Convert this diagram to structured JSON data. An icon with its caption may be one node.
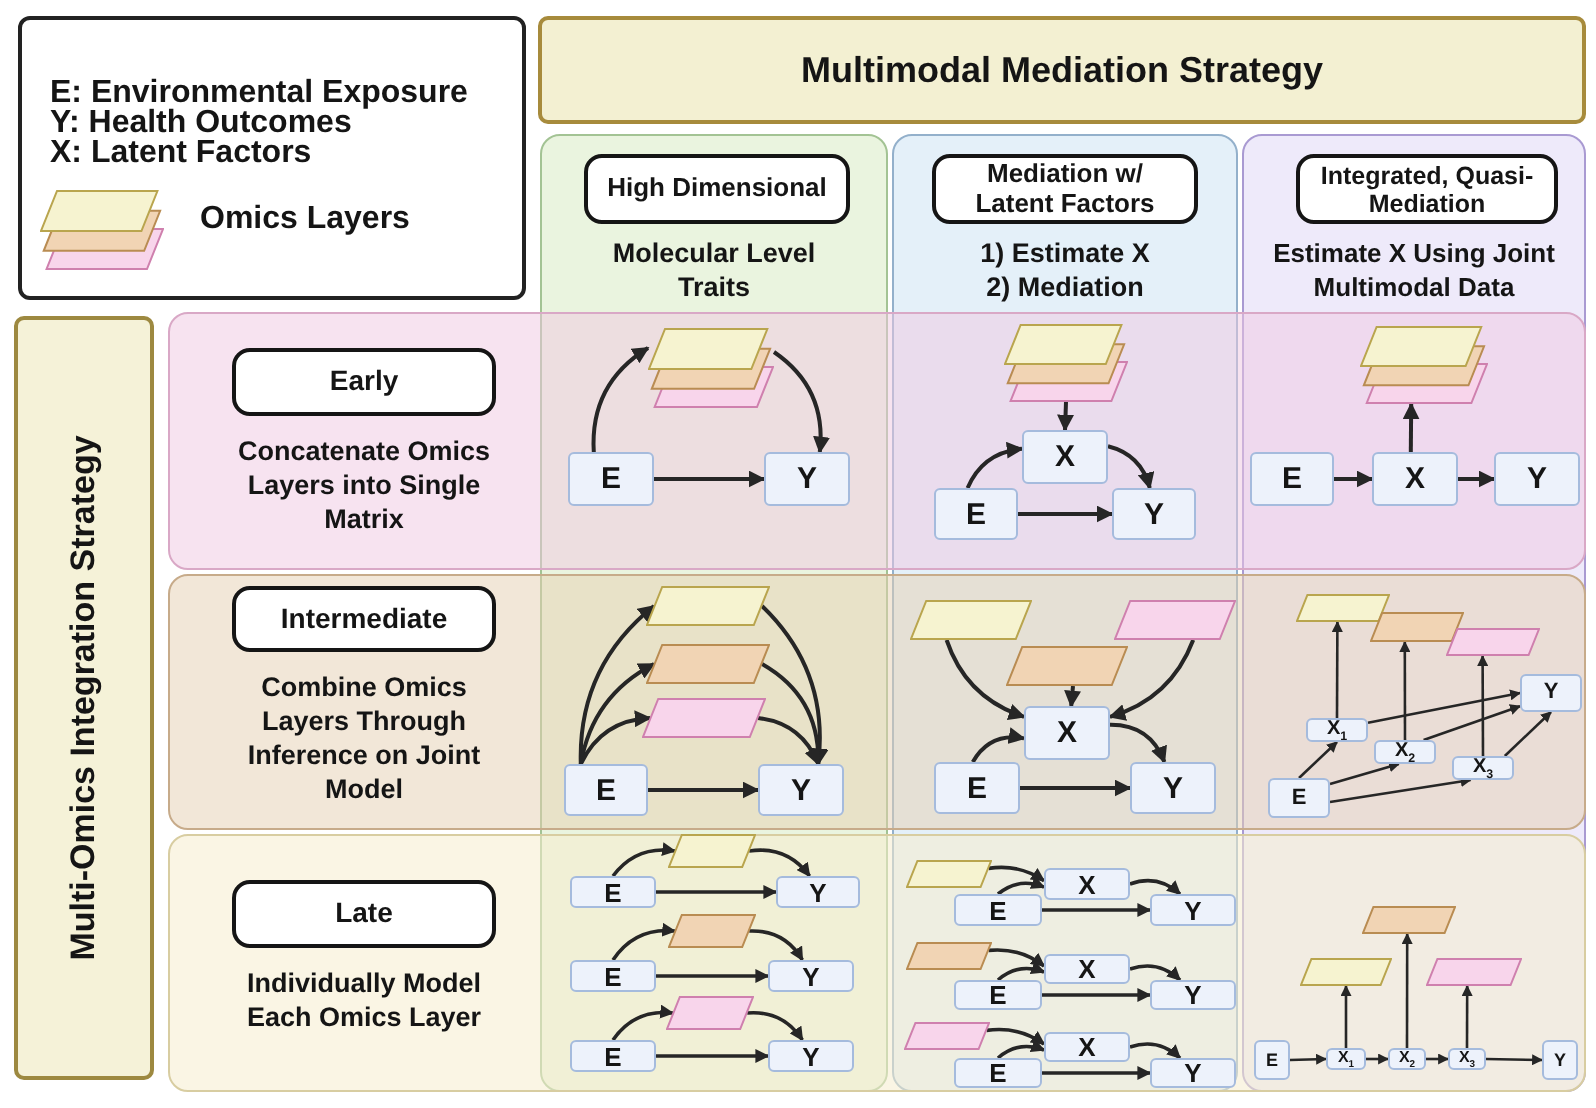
{
  "diagram": {
    "nodes": [
      {
        "text": [
          "Multimodal Mediation Strategy"
        ]
      },
      {
        "text": [
          "Molecular Level Traits"
        ]
      },
      {
        "text": [
          "High Dimensional"
        ],
        "in": 1
      },
      {
        "text": [
          "1) Estimate X",
          "2) Mediation"
        ]
      },
      {
        "text": [
          "Mediation w/ Latent Factors"
        ],
        "in": 3
      },
      {
        "text": [
          "Estimate X Using Joint Multimodal Data"
        ]
      },
      {
        "text": [
          "Integrated, Quasi-Mediation"
        ],
        "in": 5
      },
      {
        "text": [
          "Multi-Omics Integration Strategy"
        ]
      },
      {
        "text": [
          "Concatenate Omics Layers into Single Matrix"
        ]
      },
      {
        "text": [
          "Early"
        ],
        "in": 8
      },
      {
        "text": [
          "Combine Omics Layers Through Inference on Joint Model"
        ]
      },
      {
        "text": [
          "Intermediate"
        ],
        "in": 10
      },
      {
        "text": [
          "Individually Model Each Omics Layer"
        ]
      },
      {
        "text": [
          "Late"
        ],
        "in": 12
      },
      {
        "text": [],
        "shape": "stack"
      },
      {
        "text": [
          "E"
        ]
      },
      {
        "text": [
          "Y"
        ]
      },
      {
        "text": [],
        "shape": "stack"
      },
      {
        "text": [
          "X"
        ]
      },
      {
        "text": [
          "E"
        ]
      },
      {
        "text": [
          "Y"
        ]
      },
      {
        "text": [],
        "shape": "stack"
      },
      {
        "text": [
          "E"
        ]
      },
      {
        "text": [
          "X"
        ]
      },
      {
        "text": [
          "Y"
        ]
      },
      {
        "text": [],
        "shape": "parallelogram"
      },
      {
        "text": [],
        "shape": "parallelogram"
      },
      {
        "text": [],
        "shape": "parallelogram"
      },
      {
        "text": [
          "E"
        ]
      },
      {
        "text": [
          "Y"
        ]
      },
      {
        "text": [],
        "shape": "parallelogram"
      },
      {
        "text": [],
        "shape": "parallelogram"
      },
      {
        "text": [],
        "shape": "parallelogram"
      },
      {
        "text": [
          "X"
        ]
      },
      {
        "text": [
          "E"
        ]
      },
      {
        "text": [
          "Y"
        ]
      },
      {
        "text": [],
        "shape": "parallelogram"
      },
      {
        "text": [],
        "shape": "parallelogram"
      },
      {
        "text": [],
        "shape": "parallelogram"
      },
      {
        "text": [
          "Y"
        ]
      },
      {
        "text": [
          "X$_{1}$"
        ]
      },
      {
        "text": [
          "X$_{2}$"
        ]
      },
      {
        "text": [
          "X$_{3}$"
        ]
      },
      {
        "text": [
          "E"
        ]
      },
      {
        "text": [],
        "shape": "parallelogram"
      },
      {
        "text": [
          "E"
        ]
      },
      {
        "text": [
          "Y"
        ]
      },
      {
        "text": [],
        "shape": "parallelogram"
      },
      {
        "text": [
          "E"
        ]
      },
      {
        "text": [
          "Y"
        ]
      },
      {
        "text": [],
        "shape": "parallelogram"
      },
      {
        "text": [
          "E"
        ]
      },
      {
        "text": [
          "Y"
        ]
      },
      {
        "text": [],
        "shape": "parallelogram"
      },
      {
        "text": [
          "X"
        ]
      },
      {
        "text": [
          "E"
        ]
      },
      {
        "text": [
          "Y"
        ]
      },
      {
        "text": [],
        "shape": "parallelogram"
      },
      {
        "text": [
          "X"
        ]
      },
      {
        "text": [
          "E"
        ]
      },
      {
        "text": [
          "Y"
        ]
      },
      {
        "text": [],
        "shape": "parallelogram"
      },
      {
        "text": [
          "X"
        ]
      },
      {
        "text": [
          "E"
        ]
      },
      {
        "text": [
          "Y"
        ]
      },
      {
        "text": [],
        "shape": "parallelogram"
      },
      {
        "text": [],
        "shape": "parallelogram"
      },
      {
        "text": [],
        "shape": "parallelogram"
      },
      {
        "text": [
          "E"
        ]
      },
      {
        "text": [
          "X$_{1}$"
        ]
      },
      {
        "text": [
          "X$_{2}$"
        ]
      },
      {
        "text": [
          "X$_{3}$"
        ]
      },
      {
        "text": [
          "Y"
        ]
      }
    ],
    "edges": [
      {
        "from": 15,
        "to": 14,
        "arrow": "to"
      },
      {
        "from": 14,
        "to": 16,
        "arrow": "to"
      },
      {
        "from": 15,
        "to": 16,
        "arrow": "to"
      },
      {
        "from": 17,
        "to": 18,
        "arrow": "to"
      },
      {
        "from": 19,
        "to": 18,
        "arrow": "to"
      },
      {
        "from": 18,
        "to": 20,
        "arrow": "to"
      },
      {
        "from": 19,
        "to": 20,
        "arrow": "to"
      },
      {
        "from": 22,
        "to": 23,
        "arrow": "to"
      },
      {
        "from": 23,
        "to": 24,
        "arrow": "to"
      },
      {
        "from": 23,
        "to": 21,
        "arrow": "to"
      },
      {
        "from": 28,
        "to": 25,
        "arrow": "to"
      },
      {
        "from": 28,
        "to": 26,
        "arrow": "to"
      },
      {
        "from": 28,
        "to": 27,
        "arrow": "to"
      },
      {
        "from": 25,
        "to": 29,
        "arrow": "to"
      },
      {
        "from": 26,
        "to": 29,
        "arrow": "to"
      },
      {
        "from": 27,
        "to": 29,
        "arrow": "to"
      },
      {
        "from": 28,
        "to": 29,
        "arrow": "to"
      },
      {
        "from": 30,
        "to": 33,
        "arrow": "to"
      },
      {
        "from": 31,
        "to": 33,
        "arrow": "to"
      },
      {
        "from": 32,
        "to": 33,
        "arrow": "to"
      },
      {
        "from": 34,
        "to": 33,
        "arrow": "to"
      },
      {
        "from": 33,
        "to": 35,
        "arrow": "to"
      },
      {
        "from": 34,
        "to": 35,
        "arrow": "to"
      },
      {
        "from": 40,
        "to": 36,
        "arrow": "to"
      },
      {
        "from": 41,
        "to": 37,
        "arrow": "to"
      },
      {
        "from": 42,
        "to": 38,
        "arrow": "to"
      },
      {
        "from": 40,
        "to": 39,
        "arrow": "to"
      },
      {
        "from": 41,
        "to": 39,
        "arrow": "to"
      },
      {
        "from": 42,
        "to": 39,
        "arrow": "to"
      },
      {
        "from": 43,
        "to": 40,
        "arrow": "to"
      },
      {
        "from": 43,
        "to": 41,
        "arrow": "to"
      },
      {
        "from": 43,
        "to": 42,
        "arrow": "to"
      },
      {
        "from": 45,
        "to": 44,
        "arrow": "to"
      },
      {
        "from": 44,
        "to": 46,
        "arrow": "to"
      },
      {
        "from": 45,
        "to": 46,
        "arrow": "to"
      },
      {
        "from": 48,
        "to": 47,
        "arrow": "to"
      },
      {
        "from": 47,
        "to": 49,
        "arrow": "to"
      },
      {
        "from": 48,
        "to": 49,
        "arrow": "to"
      },
      {
        "from": 51,
        "to": 50,
        "arrow": "to"
      },
      {
        "from": 50,
        "to": 52,
        "arrow": "to"
      },
      {
        "from": 51,
        "to": 52,
        "arrow": "to"
      },
      {
        "from": 53,
        "to": 54,
        "arrow": "to"
      },
      {
        "from": 55,
        "to": 54,
        "arrow": "to"
      },
      {
        "from": 54,
        "to": 56,
        "arrow": "to"
      },
      {
        "from": 55,
        "to": 56,
        "arrow": "to"
      },
      {
        "from": 57,
        "to": 58,
        "arrow": "to"
      },
      {
        "from": 59,
        "to": 58,
        "arrow": "to"
      },
      {
        "from": 58,
        "to": 60,
        "arrow": "to"
      },
      {
        "from": 59,
        "to": 60,
        "arrow": "to"
      },
      {
        "from": 61,
        "to": 62,
        "arrow": "to"
      },
      {
        "from": 63,
        "to": 62,
        "arrow": "to"
      },
      {
        "from": 62,
        "to": 64,
        "arrow": "to"
      },
      {
        "from": 63,
        "to": 64,
        "arrow": "to"
      },
      {
        "from": 68,
        "to": 69,
        "arrow": "to"
      },
      {
        "from": 69,
        "to": 70,
        "arrow": "to"
      },
      {
        "from": 70,
        "to": 71,
        "arrow": "to"
      },
      {
        "from": 71,
        "to": 72,
        "arrow": "to"
      },
      {
        "from": 69,
        "to": 66,
        "arrow": "to"
      },
      {
        "from": 70,
        "to": 65,
        "arrow": "to"
      },
      {
        "from": 71,
        "to": 67,
        "arrow": "to"
      }
    ],
    "labels": [
      "E: Environmental Exposure",
      "Y: Health Outcomes",
      "X: Latent Factors"
    ],
    "legend": [
      {
        "text": "Omics Layers"
      }
    ]
  }
}
